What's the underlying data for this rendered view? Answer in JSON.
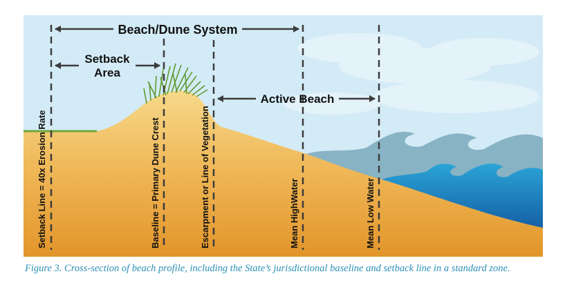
{
  "diagram": {
    "labels": {
      "beach_dune_system": "Beach/Dune System",
      "setback_area": [
        "Setback",
        "Area"
      ],
      "active_beach": "Active Beach",
      "setback_line": "Setback Line = 40x Erosion Rate",
      "baseline": "Baseline = Primary Dune Crest",
      "escarpment": "Escarpment or Line of Vegetation",
      "mean_high_water": "Mean HighWater",
      "mean_low_water": "Mean Low Water"
    },
    "colors": {
      "sky": "#d3ebf6",
      "sand_light": "#f4cf7a",
      "sand_dark": "#e59a2c",
      "water_back": "#88b3c4",
      "water_front": "#2a9fd0",
      "grass": "#6fa83c",
      "dashed_line": "#3c3c3c"
    }
  },
  "caption": "Figure 3.  Cross-section of beach profile, including the State’s jurisdictional baseline and setback line in a standard zone."
}
